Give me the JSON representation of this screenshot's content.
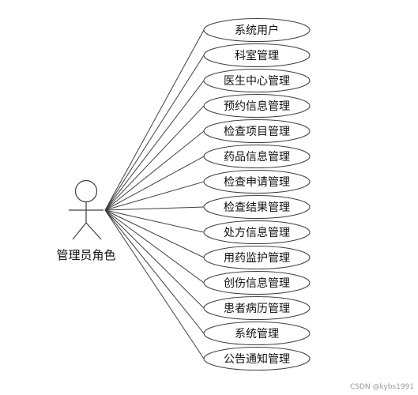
{
  "actor": {
    "label": "管理员角色"
  },
  "use_cases": [
    "系统用户",
    "科室管理",
    "医生中心管理",
    "预约信息管理",
    "检查项目管理",
    "药品信息管理",
    "检查申请管理",
    "检查结果管理",
    "处方信息管理",
    "用药监护管理",
    "创伤信息管理",
    "患者病历管理",
    "系统管理",
    "公告通知管理"
  ],
  "watermark": "CSDN @kybs1991",
  "colors": {
    "line": "#404040",
    "ellipse_fill": "#ffffff",
    "text": "#111111"
  }
}
